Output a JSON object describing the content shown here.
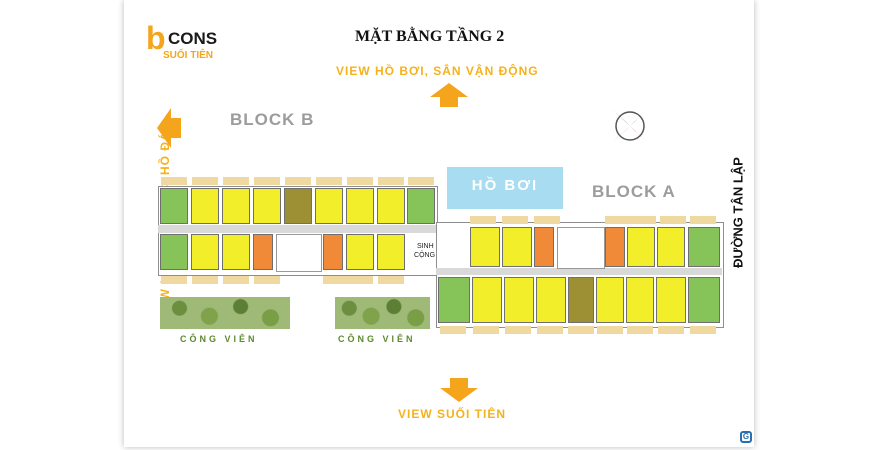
{
  "logo": {
    "letter": "b",
    "brand": "CONS",
    "sub": "SUỐI TIÊN"
  },
  "title": "MẶT BẰNG TẦNG 2",
  "views": {
    "top": "VIEW HỒ BƠI, SÂN VẬN ĐỘNG",
    "left": "VIEW LÀNG ĐẠI HỌC, HỒ ĐÁ",
    "bottom": "VIEW SUỐI TIÊN"
  },
  "road": "ĐƯỜNG TÂN LẬP",
  "blocks": {
    "b": "BLOCK B",
    "a": "BLOCK A"
  },
  "pool": "HỒ BƠI",
  "community": {
    "line1": "SINH HOẠT",
    "line2": "CỘNG ĐỒNG"
  },
  "parks": [
    "CÔNG VIÊN",
    "CÔNG VIÊN"
  ],
  "watermark": "G"
}
